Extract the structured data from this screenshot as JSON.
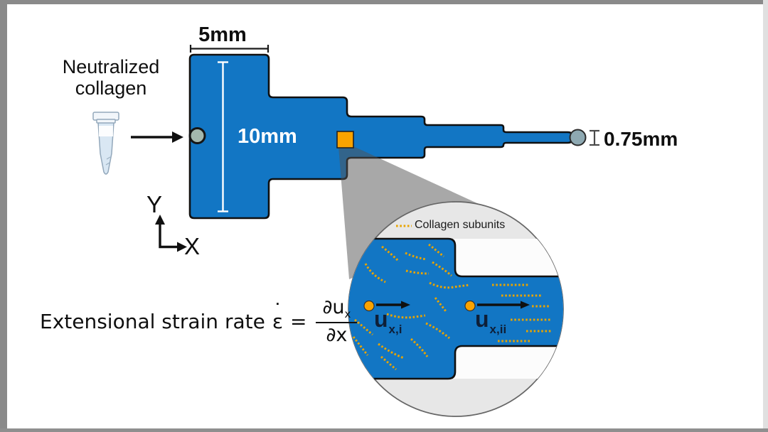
{
  "colors": {
    "channel_blue": "#1276c4",
    "marker_orange": "#f9a300",
    "strand_orange": "#e8a400",
    "port_gray": "#a3b7ad",
    "outlet_port_gray": "#8ea9b2",
    "inset_bg": "#e7e7e7",
    "frame_gray": "#8a8a8a"
  },
  "device": {
    "source_label": "Neutralized collagen",
    "width_dim": "5mm",
    "height_dim": "10mm",
    "outlet_dim": "0.75mm"
  },
  "axes": {
    "y": "Y",
    "x": "X"
  },
  "inset": {
    "legend_label": "Collagen subunits",
    "inlet_velocity": {
      "main": "u",
      "sub": "x,i"
    },
    "outlet_velocity": {
      "main": "u",
      "sub": "x,ii"
    }
  },
  "formula": {
    "prefix": "Extensional strain rate",
    "rate_symbol": "ε",
    "rate_dot": "˙",
    "equals": "=",
    "numerator_main": "∂u",
    "numerator_sub": "x",
    "denominator": "∂x"
  }
}
